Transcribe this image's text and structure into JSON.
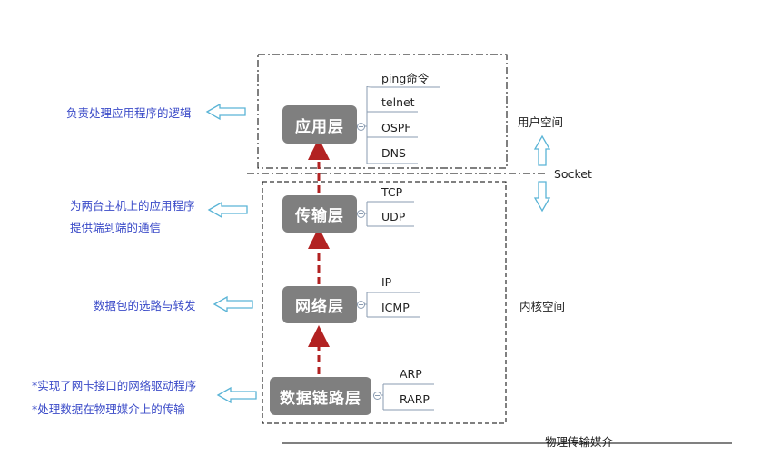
{
  "layers": [
    {
      "id": "app",
      "label": "应用层",
      "protocols": [
        "ping命令",
        "telnet",
        "OSPF",
        "DNS"
      ],
      "note": [
        "负责处理应用程序的逻辑"
      ]
    },
    {
      "id": "transport",
      "label": "传输层",
      "protocols": [
        "TCP",
        "UDP"
      ],
      "note": [
        "为两台主机上的应用程序",
        "提供端到端的通信"
      ]
    },
    {
      "id": "network",
      "label": "网络层",
      "protocols": [
        "IP",
        "ICMP"
      ],
      "note": [
        "数据包的选路与转发"
      ]
    },
    {
      "id": "datalink",
      "label": "数据链路层",
      "protocols": [
        "ARP",
        "RARP"
      ],
      "note": [
        "*实现了网卡接口的网络驱动程序",
        "*处理数据在物理媒介上的传输"
      ]
    }
  ],
  "regions": {
    "user_space": "用户空间",
    "socket": "Socket",
    "kernel_space": "内核空间"
  },
  "physical_medium": "物理传输媒介",
  "colors": {
    "layer_box": "#7f7f7f",
    "note_text": "#3b4bc8",
    "arrow_red": "#b22222",
    "hollow_arrow": "#5ab4d6"
  }
}
